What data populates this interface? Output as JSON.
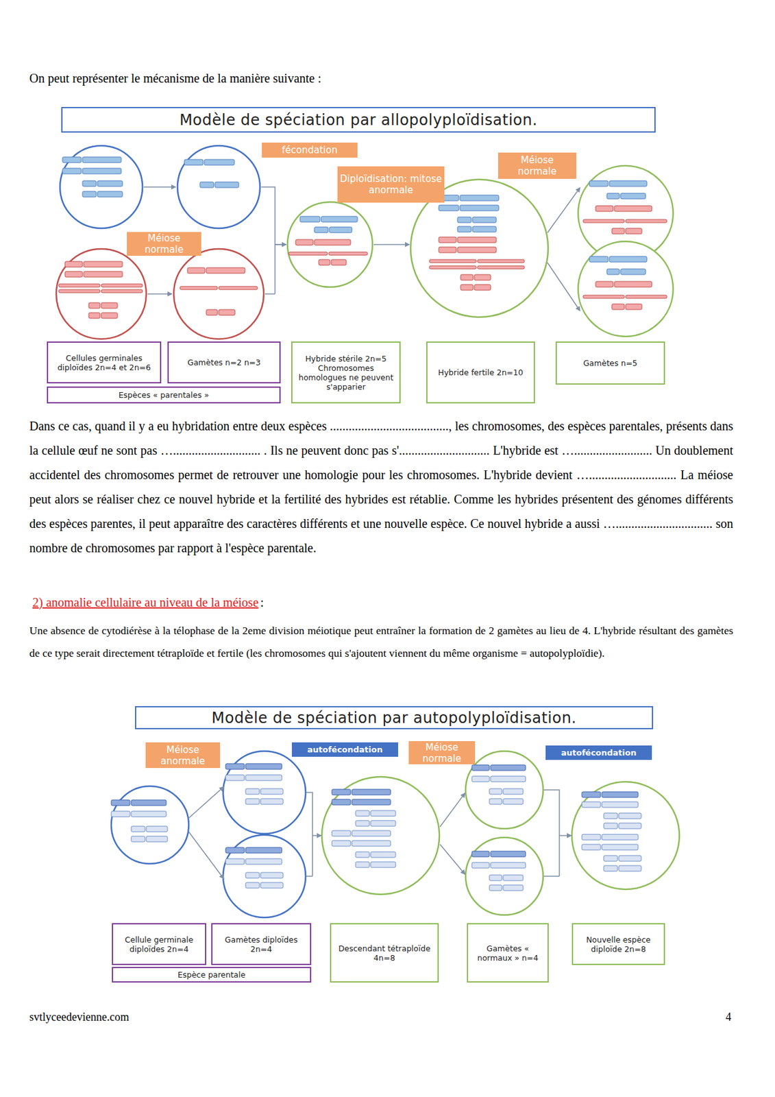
{
  "diagram": {
    "nodes": [
      {
        "text": [
          "Modèle de spéciation par allopolyploïdisation."
        ]
      },
      {
        "text": [
          "fécondation"
        ]
      },
      {
        "text": [
          "Méiose normale"
        ]
      },
      {
        "text": [
          "Diploïdisation: mitose anormale"
        ]
      },
      {
        "text": [
          "Méiose normale"
        ]
      },
      {
        "text": [
          "Cellules germinales diploïdes 2n=4 et 2n=6"
        ]
      },
      {
        "text": [
          "Gamètes n=2 n=3"
        ]
      },
      {
        "text": [
          "Espèces « parentales »"
        ]
      },
      {
        "text": [
          "Hybride stérile 2n=5 Chromosomes homologues ne peuvent s'apparier"
        ]
      },
      {
        "text": [
          "Hybride fertile 2n=10"
        ]
      },
      {
        "text": [
          "Gamètes n=5"
        ]
      },
      {
        "text": [
          "Modèle de spéciation par autopolyploïdisation."
        ]
      },
      {
        "text": [
          "Méiose anormale"
        ]
      },
      {
        "text": [
          "autofécondation"
        ]
      },
      {
        "text": [
          "Méiose normale"
        ]
      },
      {
        "text": [
          "autofécondation"
        ]
      },
      {
        "text": [
          "Cellule germinale diploïdes 2n=4"
        ]
      },
      {
        "text": [
          "Gamètes diploïdes 2n=4"
        ]
      },
      {
        "text": [
          "Espèce parentale"
        ]
      },
      {
        "text": [
          "Descendant tétraploïde 4n=8"
        ]
      },
      {
        "text": [
          "Gamètes « normaux » n=4"
        ]
      },
      {
        "text": [
          "Nouvelle espèce diploïde 2n=8"
        ]
      }
    ],
    "labels": [
      "On peut représenter le mécanisme de la manière suivante :",
      "Dans ce cas, quand il y a eu hybridation entre deux espèces ......................................, les chromosomes, des espèces parentales, présents dans la cellule œuf ne sont pas …............................ . Ils ne peuvent donc pas s'............................. L'hybride est …......................... Un doublement accidentel des chromosomes permet de retrouver une homologie pour les chromosomes. L'hybride devient …............................ La méiose peut alors se réaliser chez ce nouvel hybride et la fertilité des hybrides est rétablie. Comme les hybrides présentent des génomes différents des espèces parentes, il peut apparaître des caractères différents et une nouvelle espèce. Ce nouvel hybride a aussi …............................... son nombre de chromosomes par rapport à l'espèce parentale.",
      "2) anomalie cellulaire au niveau de la méiose",
      ":",
      "Une absence de cytodiérèse à la télophase de la 2eme division méiotique peut entraîner la formation de 2 gamètes au lieu de 4. L'hybride résultant des gamètes de ce type serait directement tétraploïde et fertile (les chromosomes qui s'ajoutent viennent du même organisme = autopolyploïdie).",
      "svtlyceedevienne.com",
      "4"
    ]
  }
}
